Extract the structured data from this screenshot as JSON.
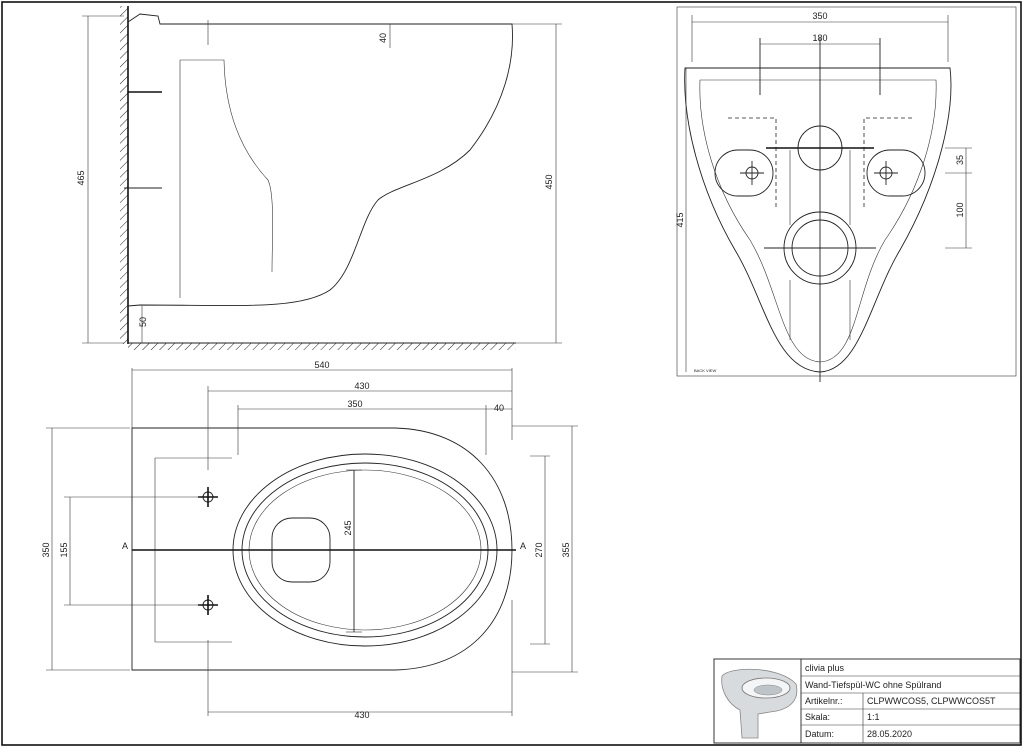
{
  "side_view": {
    "dims": {
      "total_height": "465",
      "bowl_height": "450",
      "top_offset": "40",
      "bottom_offset": "50"
    }
  },
  "back_view": {
    "label": "BACK VIEW",
    "dims": {
      "width": "350",
      "bolt_spacing": "180",
      "height": "415",
      "bolt_offset": "35",
      "outlet_offset": "100"
    }
  },
  "top_view": {
    "section_marker": "A",
    "dims": {
      "overall_length": "540",
      "length_430": "430",
      "seat_length": "350",
      "edge_offset": "40",
      "inner_width": "245",
      "width_350": "350",
      "bolt_spacing": "155",
      "rim_width": "270",
      "outer_width": "355",
      "bottom_length": "430"
    }
  },
  "title_block": {
    "rows": [
      {
        "label": "clivia plus",
        "value": ""
      },
      {
        "label": "Wand-Tiefspül-WC ohne Spülrand",
        "value": ""
      },
      {
        "label": "Artikelnr.:",
        "value": "CLPWWCOS5, CLPWWCOS5T"
      },
      {
        "label": "Skala:",
        "value": "1:1"
      },
      {
        "label": "Datum:",
        "value": "28.05.2020"
      }
    ]
  }
}
